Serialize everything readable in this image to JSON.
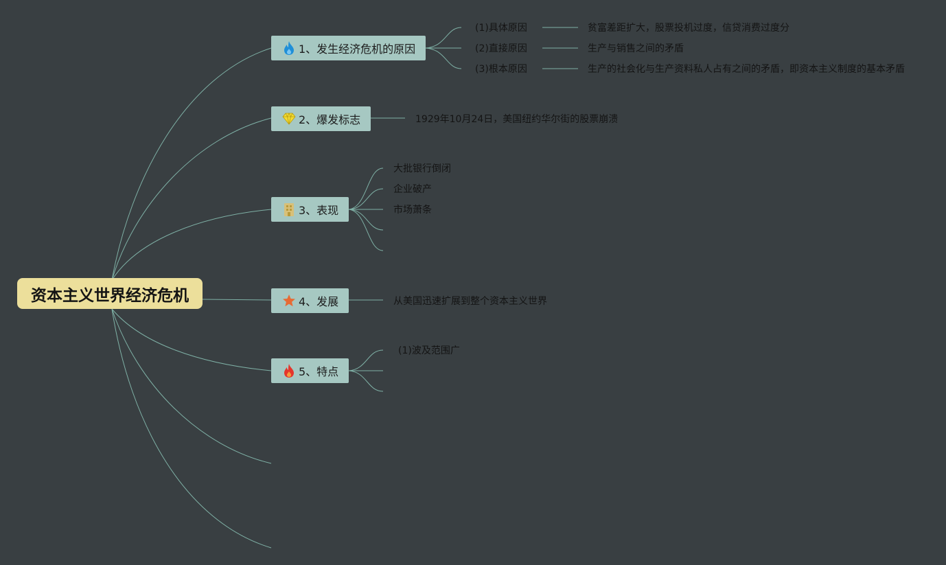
{
  "root": {
    "label": "资本主义世界经济危机"
  },
  "topics": [
    {
      "label": "1、发生经济危机的原因",
      "icon": "fire-blue-icon",
      "children": [
        {
          "label": "(1)具体原因",
          "detail": "贫富差距扩大，股票投机过度，信贷消费过度分"
        },
        {
          "label": "(2)直接原因",
          "detail": "生产与销售之间的矛盾"
        },
        {
          "label": "(3)根本原因",
          "detail": "生产的社会化与生产资料私人占有之间的矛盾，即资本主义制度的基本矛盾"
        }
      ]
    },
    {
      "label": "2、爆发标志",
      "icon": "diamond-icon",
      "children": [
        {
          "label": "1929年10月24日，美国纽约华尔街的股票崩溃"
        }
      ]
    },
    {
      "label": "3、表现",
      "icon": "building-icon",
      "children": [
        {
          "label": "大批银行倒闭"
        },
        {
          "label": "企业破产"
        },
        {
          "label": "市场萧条"
        }
      ]
    },
    {
      "label": "4、发展",
      "icon": "star-icon",
      "children": [
        {
          "label": "从美国迅速扩展到整个资本主义世界"
        }
      ]
    },
    {
      "label": "5、特点",
      "icon": "fire-red-icon",
      "children": [
        {
          "label": "(1)波及范围广"
        }
      ]
    }
  ],
  "colors": {
    "background": "#393f42",
    "root": "#ecdf9b",
    "topic": "#a6c8c2",
    "connector": "#7fb1a6",
    "text": "#141414"
  }
}
